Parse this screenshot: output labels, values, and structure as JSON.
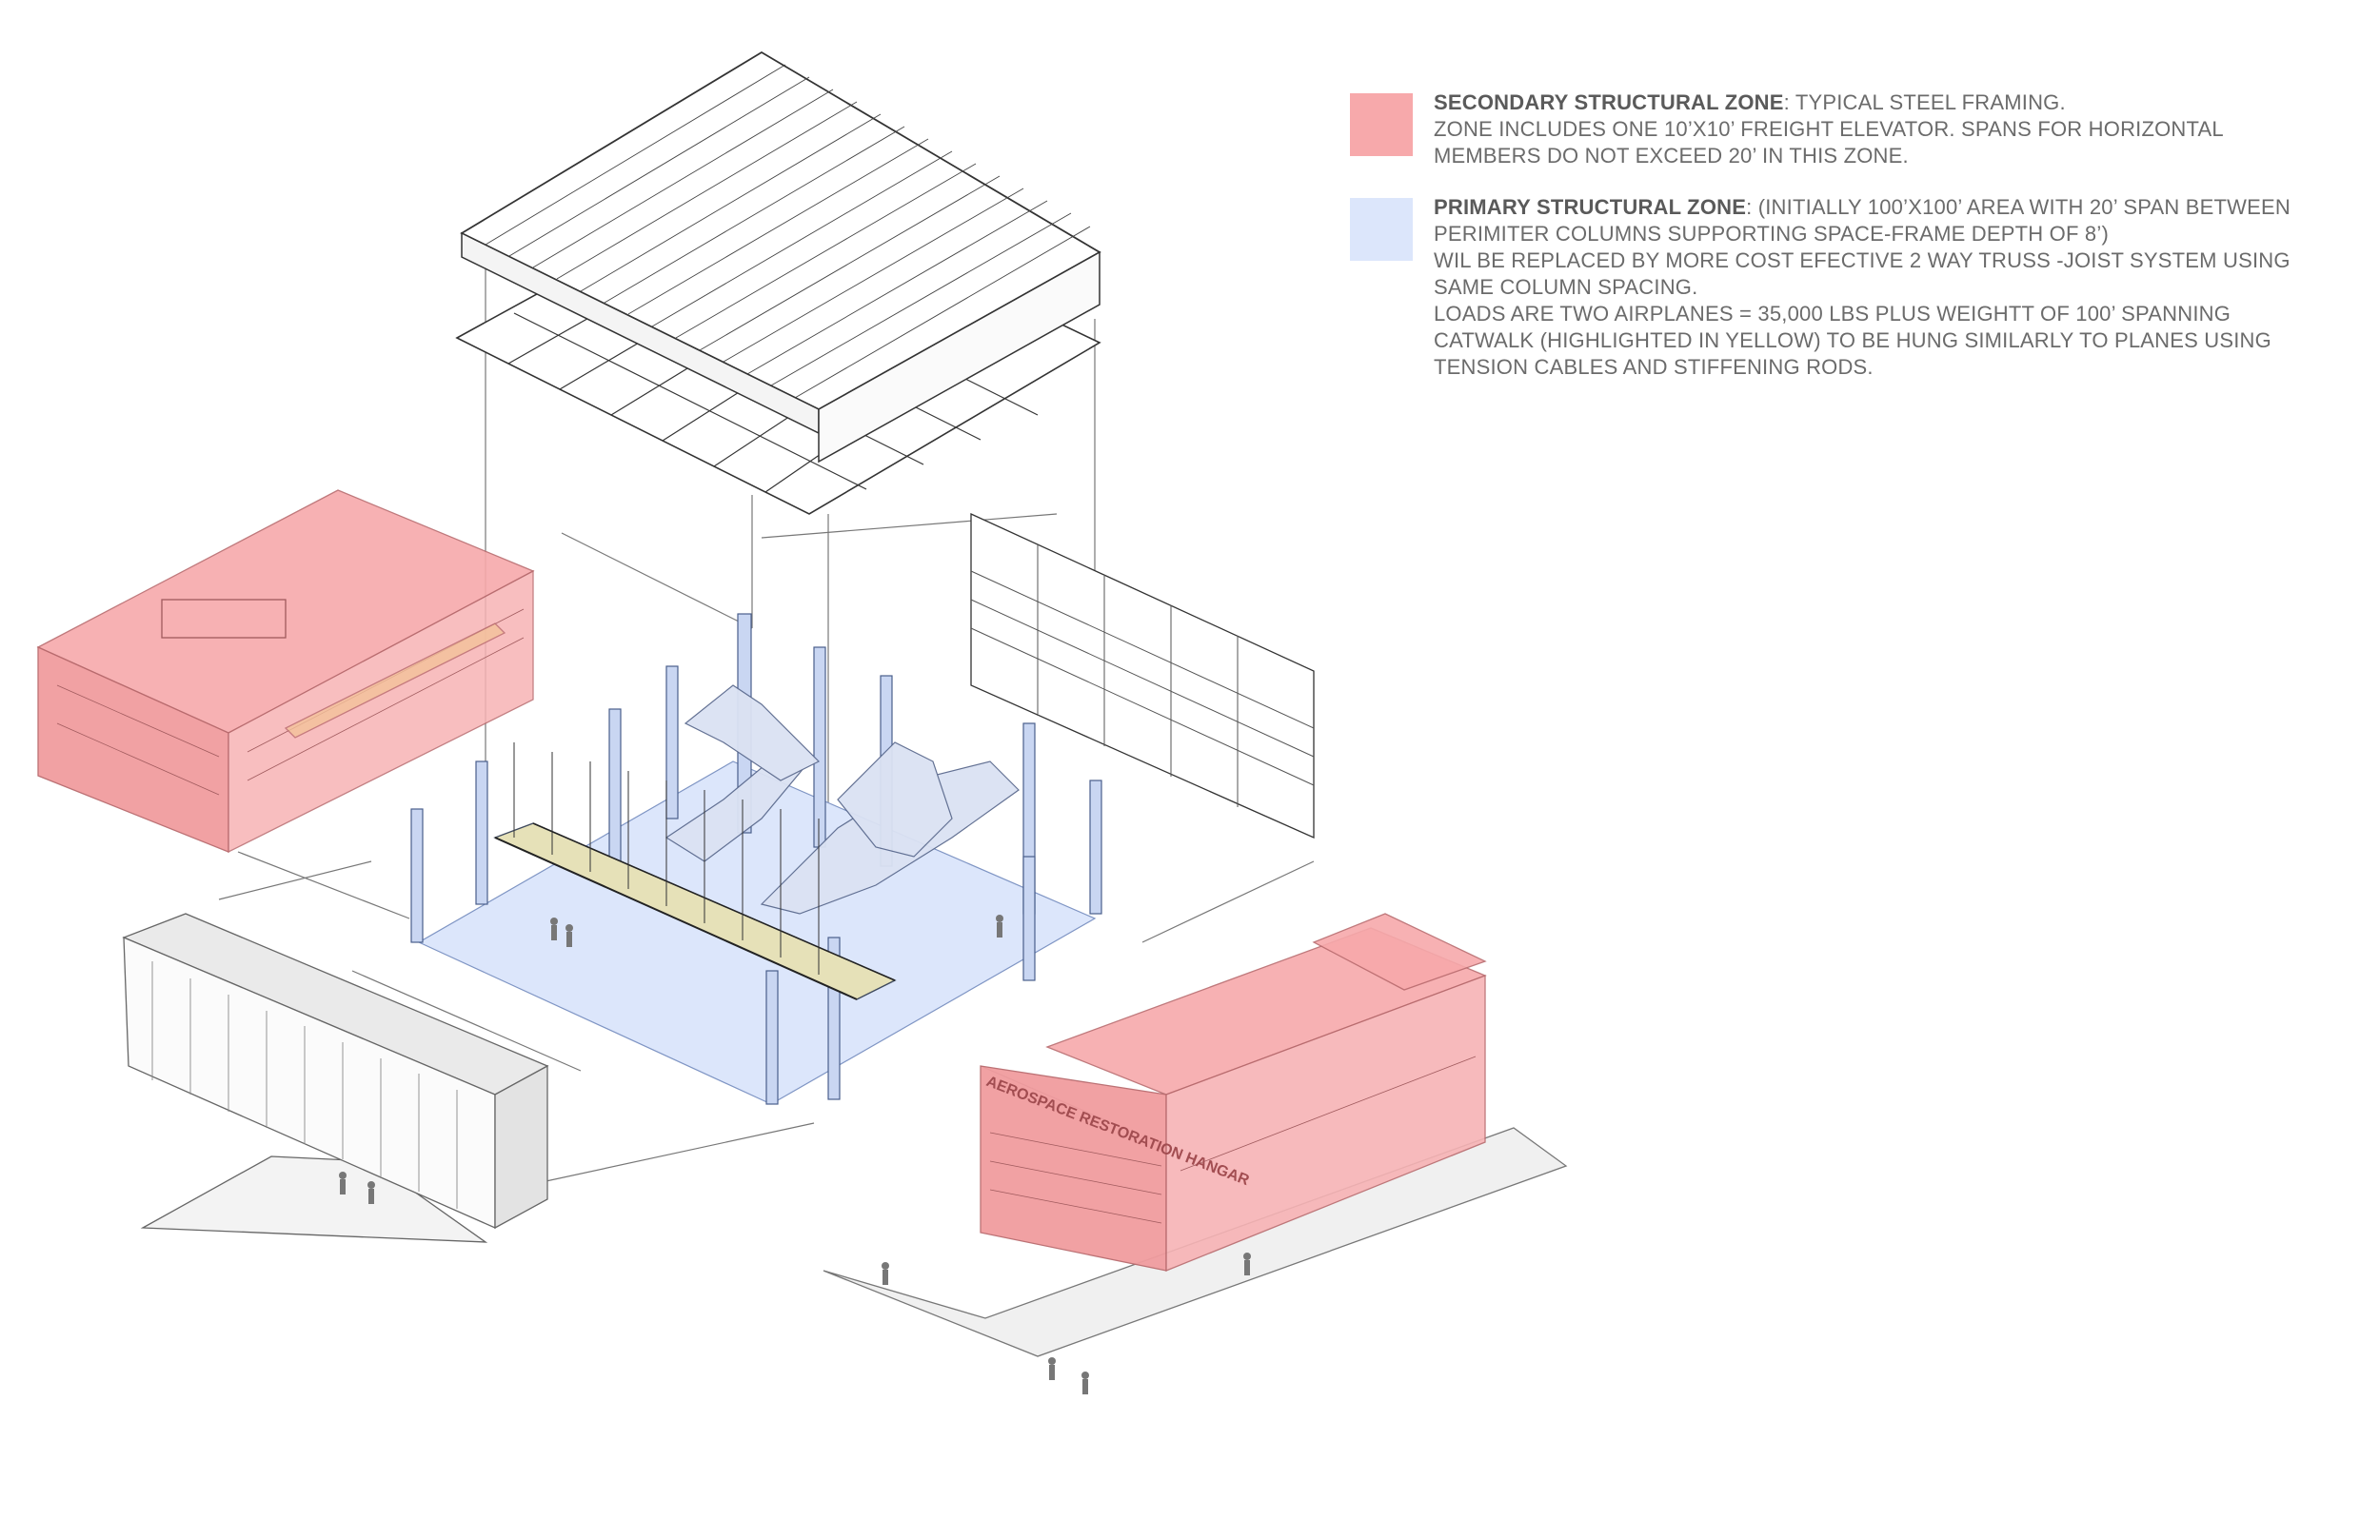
{
  "colors": {
    "secondary_zone": "#f7a9ab",
    "primary_zone": "#dce6fb",
    "catwalk": "#e6e1b8",
    "line": "#555555",
    "legend_text": "#6b6b6b"
  },
  "legend": {
    "secondary": {
      "title": "SECONDARY STRUCTURAL ZONE",
      "lines": [
        ": TYPICAL STEEL FRAMING.",
        "ZONE INCLUDES ONE 10’X10’ FREIGHT ELEVATOR. SPANS FOR HORIZONTAL",
        "MEMBERS DO NOT EXCEED 20’ IN THIS ZONE."
      ]
    },
    "primary": {
      "title": "PRIMARY STRUCTURAL ZONE",
      "lines": [
        ": (INITIALLY 100’X100’ AREA WITH 20’ SPAN BETWEEN",
        "PERIMITER COLUMNS SUPPORTING SPACE-FRAME DEPTH OF 8’)",
        "WIL BE REPLACED BY MORE COST EFECTIVE 2 WAY TRUSS -JOIST SYSTEM USING",
        "SAME COLUMN SPACING.",
        "LOADS ARE TWO AIRPLANES = 35,000 LBS PLUS WEIGHTT OF 100’ SPANNING",
        "CATWALK  (HIGHLIGHTED IN YELLOW) TO BE HUNG SIMILARLY TO PLANES USING",
        "TENSION CABLES AND STIFFENING RODS."
      ]
    }
  },
  "building_sign": "AEROSPACE RESTORATION HANGAR"
}
